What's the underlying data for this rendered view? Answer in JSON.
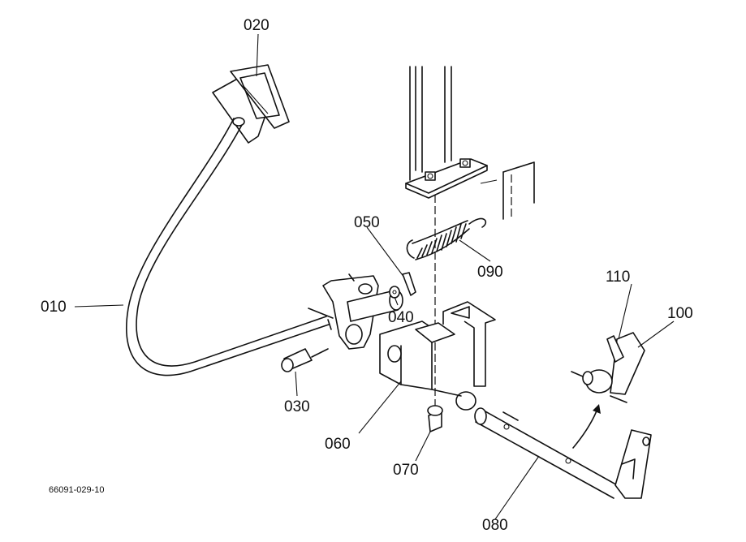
{
  "figure_code": "66091-029-10",
  "parts": [
    {
      "id": "p010",
      "label": "010"
    },
    {
      "id": "p020",
      "label": "020"
    },
    {
      "id": "p030",
      "label": "030"
    },
    {
      "id": "p040",
      "label": "040"
    },
    {
      "id": "p050",
      "label": "050"
    },
    {
      "id": "p060",
      "label": "060"
    },
    {
      "id": "p070",
      "label": "070"
    },
    {
      "id": "p080",
      "label": "080"
    },
    {
      "id": "p090",
      "label": "090"
    },
    {
      "id": "p100",
      "label": "100"
    },
    {
      "id": "p110",
      "label": "110"
    }
  ]
}
